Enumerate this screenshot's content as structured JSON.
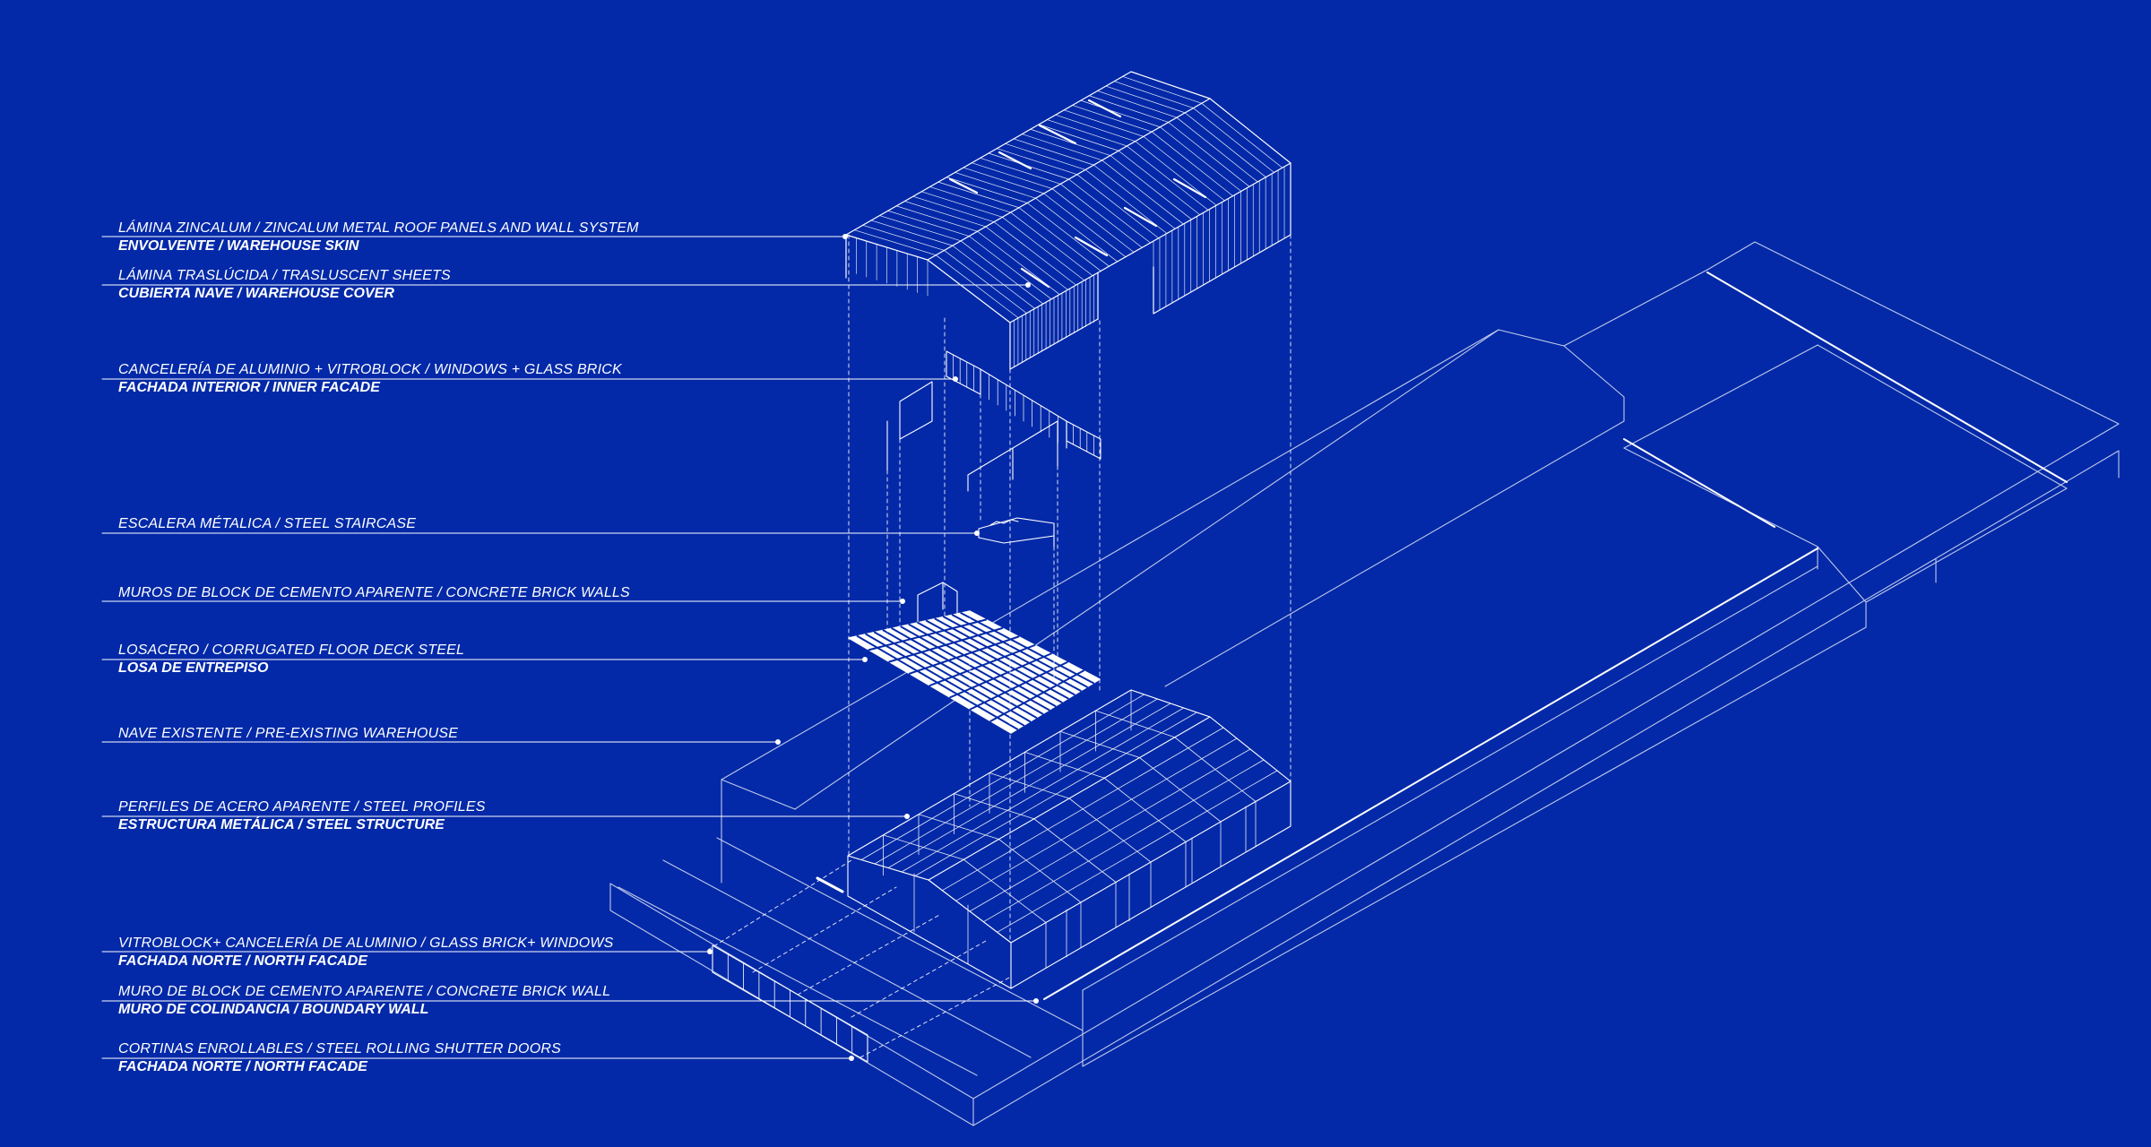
{
  "colors": {
    "background": "#0329a8",
    "ink": "#ffffff"
  },
  "labels": [
    {
      "id": "roof-panels",
      "line1": "LÁMINA ZINCALUM / ZINCALUM  METAL ROOF PANELS AND WALL SYSTEM",
      "line2": "ENVOLVENTE / WAREHOUSE SKIN"
    },
    {
      "id": "translucent",
      "line1": "LÁMINA TRASLÚCIDA / TRASLUSCENT SHEETS",
      "line2": "CUBIERTA NAVE / WAREHOUSE COVER"
    },
    {
      "id": "inner-facade",
      "line1": "CANCELERÍA  DE ALUMINIO + VITROBLOCK / WINDOWS + GLASS BRICK",
      "line2": "FACHADA  INTERIOR / INNER FACADE"
    },
    {
      "id": "staircase",
      "line1": "ESCALERA  MÉTALICA / STEEL STAIRCASE",
      "line2": ""
    },
    {
      "id": "block-walls",
      "line1": "MUROS DE  BLOCK DE CEMENTO APARENTE / CONCRETE BRICK WALLS",
      "line2": ""
    },
    {
      "id": "floor-deck",
      "line1": "LOSACERO / CORRUGATED FLOOR DECK STEEL",
      "line2": "LOSA DE ENTREPISO"
    },
    {
      "id": "pre-existing",
      "line1": "NAVE EXISTENTE / PRE-EXISTING WAREHOUSE",
      "line2": ""
    },
    {
      "id": "steel-profiles",
      "line1": "PERFILES DE ACERO APARENTE / STEEL PROFILES",
      "line2": "ESTRUCTURA METÁLICA / STEEL STRUCTURE"
    },
    {
      "id": "north-windows",
      "line1": "VITROBLOCK+ CANCELERÍA DE ALUMINIO / GLASS BRICK+ WINDOWS",
      "line2": "FACHADA NORTE / NORTH FACADE"
    },
    {
      "id": "boundary-wall",
      "line1": "MURO DE BLOCK DE CEMENTO APARENTE / CONCRETE BRICK WALL",
      "line2": "MURO DE COLINDANCIA / BOUNDARY WALL"
    },
    {
      "id": "shutter-doors",
      "line1": "CORTINAS ENROLLABLES / STEEL ROLLING SHUTTER DOORS",
      "line2": "FACHADA NORTE / NORTH FACADE"
    }
  ]
}
